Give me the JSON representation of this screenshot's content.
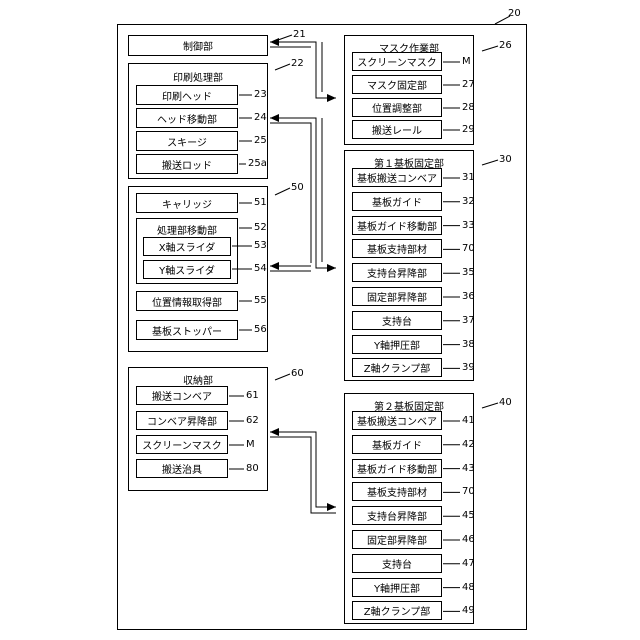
{
  "refs": {
    "system": "20",
    "control": "21",
    "print_group": "22",
    "print_head": "23",
    "head_move": "24",
    "squeegee": "25",
    "transport_rod": "25a",
    "mask_group": "26",
    "screen_mask_ref": "M",
    "mask_fix": "27",
    "pos_adjust": "28",
    "transport_rail": "29",
    "g50": "50",
    "carriage": "51",
    "proc_move": "52",
    "x_slider": "53",
    "y_slider": "54",
    "pos_info": "55",
    "board_stopper": "56",
    "f30": "30",
    "f40": "40",
    "storage": "60",
    "s_conveyor": "61",
    "s_conv_lift": "62",
    "s_mask": "M",
    "s_jig": "80"
  },
  "labels": {
    "control": "制御部",
    "print_group": "印刷処理部",
    "print_head": "印刷ヘッド",
    "head_move": "ヘッド移動部",
    "squeegee": "スキージ",
    "transport_rod": "搬送ロッド",
    "mask_group": "マスク作業部",
    "screen_mask": "スクリーンマスク",
    "mask_fix": "マスク固定部",
    "pos_adjust": "位置調整部",
    "transport_rail": "搬送レール",
    "carriage": "キャリッジ",
    "proc_move": "処理部移動部",
    "x_slider": "X軸スライダ",
    "y_slider": "Y軸スライダ",
    "pos_info": "位置情報取得部",
    "board_stopper": "基板ストッパー",
    "storage": "収納部",
    "s_conveyor": "搬送コンベア",
    "s_conv_lift": "コンベア昇降部",
    "s_mask": "スクリーンマスク",
    "s_jig": "搬送治具"
  },
  "fixing_units": [
    {
      "title": "第１基板固定部",
      "items": [
        {
          "label": "基板搬送コンベア",
          "ref": "31"
        },
        {
          "label": "基板ガイド",
          "ref": "32"
        },
        {
          "label": "基板ガイド移動部",
          "ref": "33"
        },
        {
          "label": "基板支持部材",
          "ref": "70"
        },
        {
          "label": "支持台昇降部",
          "ref": "35"
        },
        {
          "label": "固定部昇降部",
          "ref": "36"
        },
        {
          "label": "支持台",
          "ref": "37"
        },
        {
          "label": "Y軸押圧部",
          "ref": "38"
        },
        {
          "label": "Z軸クランプ部",
          "ref": "39"
        }
      ]
    },
    {
      "title": "第２基板固定部",
      "items": [
        {
          "label": "基板搬送コンベア",
          "ref": "41"
        },
        {
          "label": "基板ガイド",
          "ref": "42"
        },
        {
          "label": "基板ガイド移動部",
          "ref": "43"
        },
        {
          "label": "基板支持部材",
          "ref": "70"
        },
        {
          "label": "支持台昇降部",
          "ref": "45"
        },
        {
          "label": "固定部昇降部",
          "ref": "46"
        },
        {
          "label": "支持台",
          "ref": "47"
        },
        {
          "label": "Y軸押圧部",
          "ref": "48"
        },
        {
          "label": "Z軸クランプ部",
          "ref": "49"
        }
      ]
    }
  ]
}
